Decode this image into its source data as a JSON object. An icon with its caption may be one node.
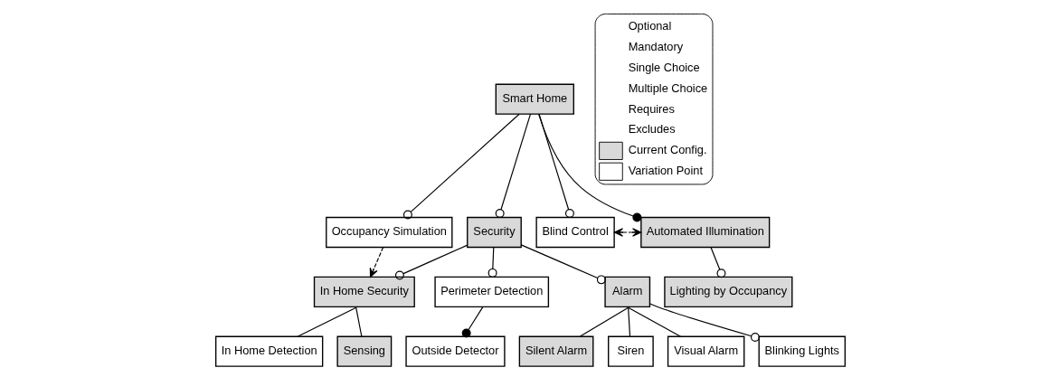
{
  "diagram": {
    "nodes": [
      {
        "text": [
          "Smart Home"
        ]
      },
      {
        "text": [
          "Occupancy Simulation"
        ]
      },
      {
        "text": [
          "Security"
        ]
      },
      {
        "text": [
          "Blind Control"
        ]
      },
      {
        "text": [
          "Automated Illumination"
        ]
      },
      {
        "text": [
          "In Home Security"
        ]
      },
      {
        "text": [
          "Perimeter Detection"
        ]
      },
      {
        "text": [
          "Alarm"
        ]
      },
      {
        "text": [
          "Lighting by Occupancy"
        ]
      },
      {
        "text": [
          "In Home Detection"
        ]
      },
      {
        "text": [
          "Sensing"
        ]
      },
      {
        "text": [
          "Outside Detector"
        ]
      },
      {
        "text": [
          "Silent Alarm"
        ]
      },
      {
        "text": [
          "Siren"
        ]
      },
      {
        "text": [
          "Visual Alarm"
        ]
      },
      {
        "text": [
          "Blinking Lights"
        ]
      }
    ],
    "edges": [
      {
        "from": 0,
        "to": 1,
        "arrow": "other"
      },
      {
        "from": 0,
        "to": 2,
        "arrow": "other"
      },
      {
        "from": 0,
        "to": 3,
        "arrow": "other"
      },
      {
        "from": 0,
        "to": 4,
        "arrow": "other"
      },
      {
        "from": 1,
        "to": 5,
        "arrow": "to",
        "style": "dashed"
      },
      {
        "from": 3,
        "to": 4,
        "arrow": "both",
        "style": "dashed"
      },
      {
        "from": 2,
        "to": 5,
        "arrow": "other"
      },
      {
        "from": 2,
        "to": 6,
        "arrow": "other"
      },
      {
        "from": 2,
        "to": 7,
        "arrow": "other"
      },
      {
        "from": 4,
        "to": 8,
        "arrow": "other"
      },
      {
        "from": 5,
        "to": 9,
        "arrow": "none"
      },
      {
        "from": 5,
        "to": 10,
        "arrow": "none"
      },
      {
        "from": 6,
        "to": 11,
        "arrow": "other"
      },
      {
        "from": 7,
        "to": 12,
        "arrow": "none"
      },
      {
        "from": 7,
        "to": 13,
        "arrow": "none"
      },
      {
        "from": 7,
        "to": 14,
        "arrow": "none"
      },
      {
        "from": 7,
        "to": 15,
        "arrow": "other"
      }
    ],
    "legend": [
      {
        "text": "Optional"
      },
      {
        "text": "Mandatory"
      },
      {
        "text": "Single Choice"
      },
      {
        "text": "Multiple Choice"
      },
      {
        "text": "Requires"
      },
      {
        "text": "Excludes"
      },
      {
        "text": "Current Config.",
        "color": "#d9d9d9"
      },
      {
        "text": "Variation Point",
        "color": "#ffffff"
      }
    ]
  }
}
